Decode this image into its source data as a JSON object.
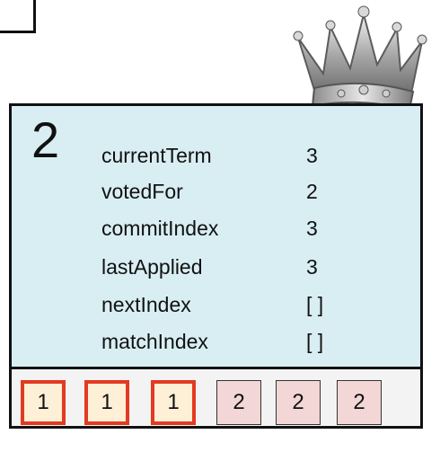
{
  "server": {
    "id": "2",
    "state": [
      {
        "key": "currentTerm",
        "value": "3"
      },
      {
        "key": "votedFor",
        "value": "2"
      },
      {
        "key": "commitIndex",
        "value": "3"
      },
      {
        "key": "lastApplied",
        "value": "3"
      },
      {
        "key": "nextIndex",
        "value": "[ ]"
      },
      {
        "key": "matchIndex",
        "value": "[ ]"
      }
    ],
    "log": [
      {
        "term": "1",
        "committed": true
      },
      {
        "term": "1",
        "committed": true
      },
      {
        "term": "1",
        "committed": true
      },
      {
        "term": "2",
        "committed": false
      },
      {
        "term": "2",
        "committed": false
      },
      {
        "term": "2",
        "committed": false
      }
    ]
  },
  "icons": {
    "leader": "crown-icon"
  },
  "colors": {
    "state_bg": "#d8eef3",
    "committed_entry_bg": "#fdf0d7",
    "committed_border": "#e33a22",
    "uncommitted_entry_bg": "#f3d6d6"
  }
}
